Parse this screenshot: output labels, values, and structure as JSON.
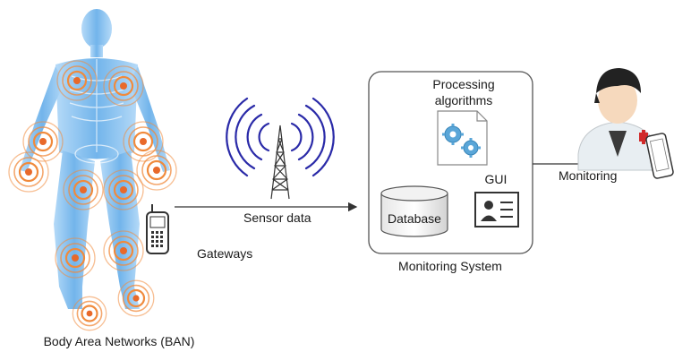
{
  "labels": {
    "ban": "Body Area Networks (BAN)",
    "gateways": "Gateways",
    "sensor_data": "Sensor data",
    "processing": [
      "Processing",
      "algorithms"
    ],
    "database": "Database",
    "gui": "GUI",
    "monitoring_system": "Monitoring System",
    "monitoring": "Monitoring"
  },
  "colors": {
    "sensor": "#f08a3c",
    "sensor_core": "#e8692a",
    "body": "#5aa8e8",
    "wave": "#2a2aa8",
    "arrow": "#333333",
    "box_stroke": "#555555"
  },
  "icons": {
    "body": "human-body-skeleton-icon",
    "phone": "mobile-phone-icon",
    "tower": "antenna-tower-icon",
    "gears": "gears-document-icon",
    "database": "database-cylinder-icon",
    "gui": "id-card-icon",
    "doctor": "doctor-avatar-icon",
    "tablet": "tablet-icon"
  }
}
